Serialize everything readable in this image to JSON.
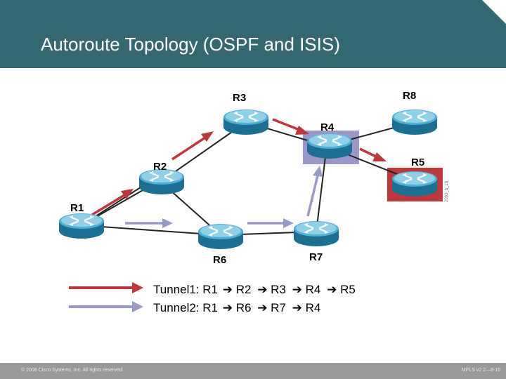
{
  "title": "Autoroute Topology (OSPF and ISIS)",
  "routers": {
    "r1": "R1",
    "r2": "R2",
    "r3": "R3",
    "r4": "R4",
    "r5": "R5",
    "r6": "R6",
    "r7": "R7",
    "r8": "R8"
  },
  "legend": {
    "tunnel1": {
      "label": "Tunnel1:",
      "path": [
        "R1",
        "R2",
        "R3",
        "R4",
        "R5"
      ],
      "color": "#c0363c"
    },
    "tunnel2": {
      "label": "Tunnel2:",
      "path": [
        "R1",
        "R6",
        "R7",
        "R4"
      ],
      "color": "#9a9ac8"
    }
  },
  "side_code": "2083_b_18",
  "footer": {
    "copyright": "© 2006 Cisco Systems, Inc. All rights reserved.",
    "slide_number": "MPLS v2.2—8-19"
  },
  "colors": {
    "header": "#336872",
    "router_body": "#2f93b8",
    "router_top": "#7ec6e0",
    "highlight_r4": "#9b97c9",
    "highlight_r5": "#c0363c",
    "footer": "#9a9a9a"
  }
}
